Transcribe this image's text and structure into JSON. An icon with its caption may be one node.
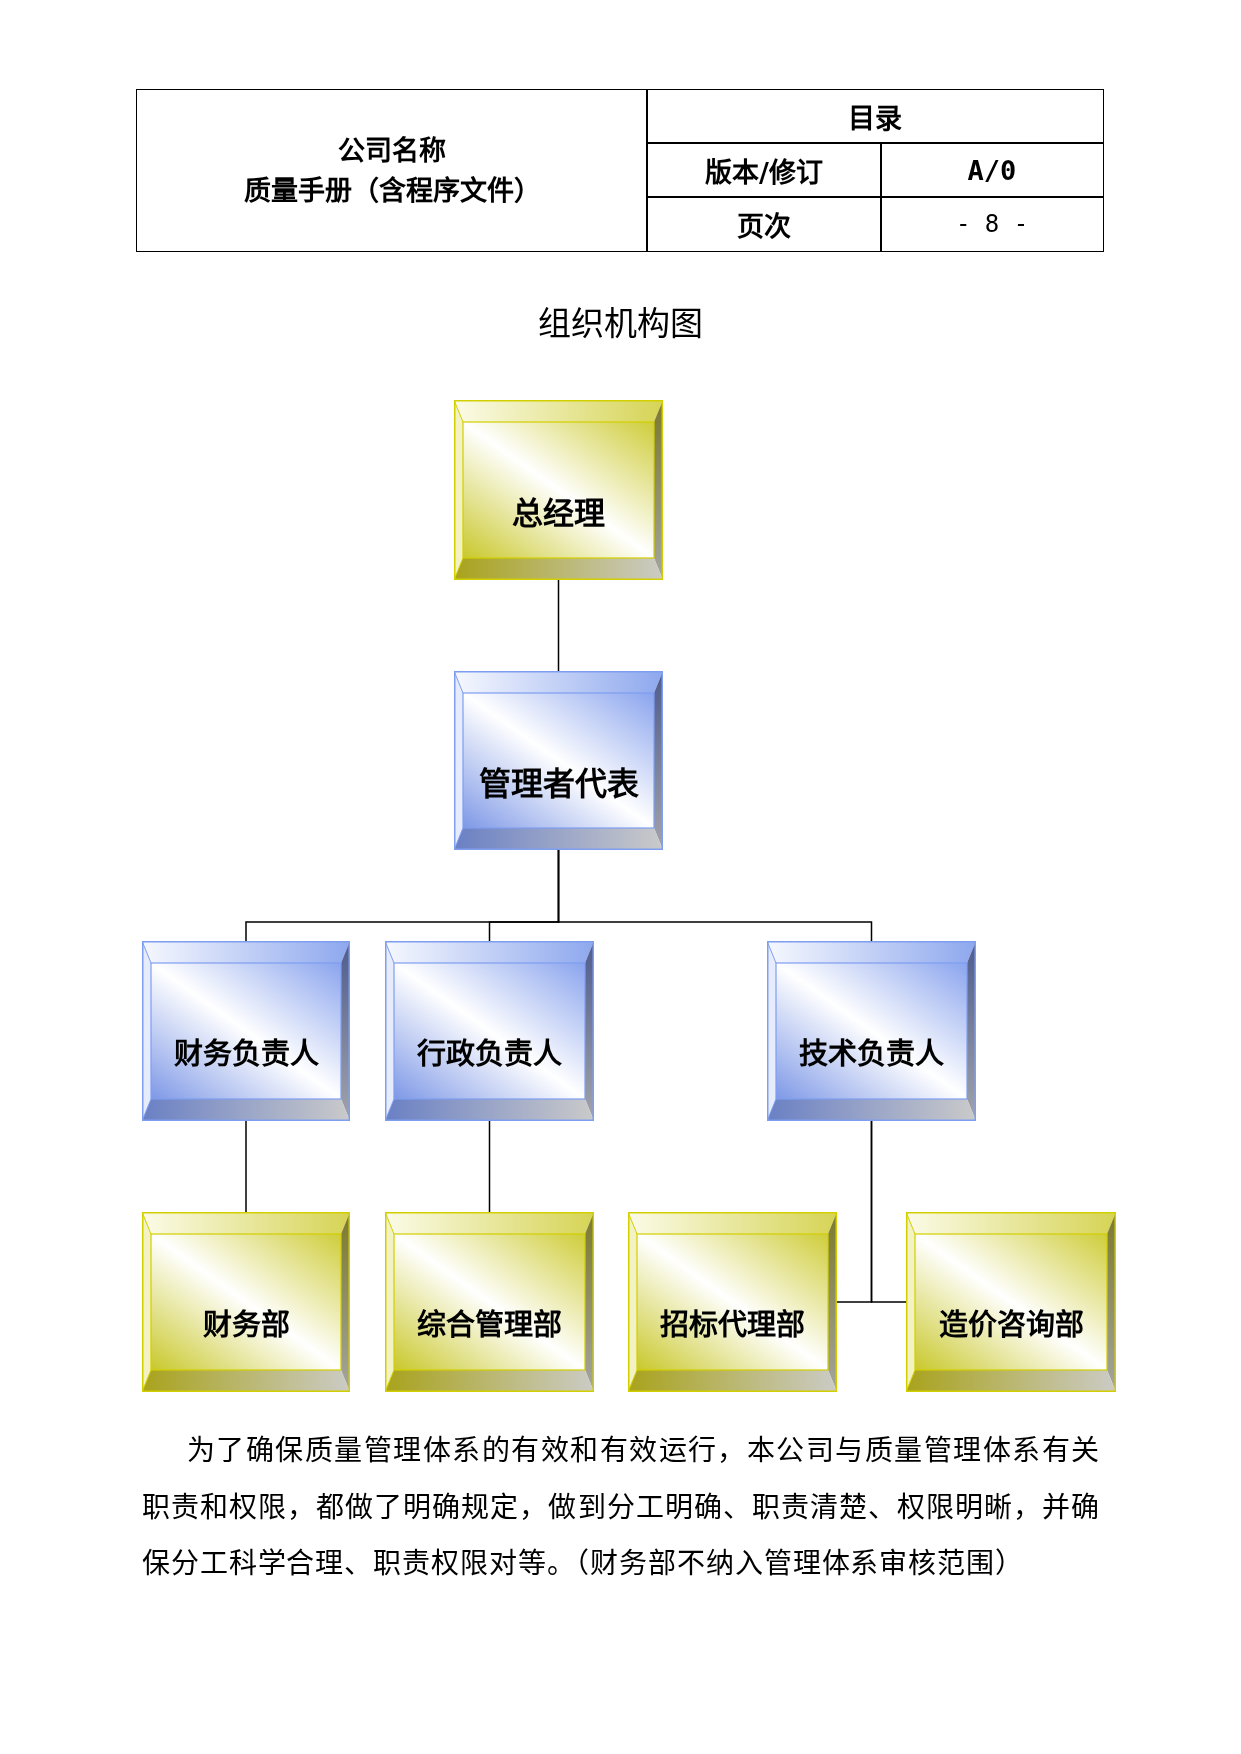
{
  "diagram": {
    "title": "组织机构图",
    "nodes": [
      {
        "text": [
          "总经理"
        ]
      },
      {
        "text": [
          "管理者代表"
        ]
      },
      {
        "text": [
          "财务负责人"
        ]
      },
      {
        "text": [
          "行政负责人"
        ]
      },
      {
        "text": [
          "技术负责人"
        ]
      },
      {
        "text": [
          "财务部"
        ]
      },
      {
        "text": [
          "综合管理部"
        ]
      },
      {
        "text": [
          "招标代理部"
        ]
      },
      {
        "text": [
          "造价咨询部"
        ]
      }
    ],
    "edges": [
      {
        "from": 0,
        "to": 1,
        "arrow": "none"
      },
      {
        "from": 1,
        "to": 2,
        "arrow": "none"
      },
      {
        "from": 1,
        "to": 3,
        "arrow": "none"
      },
      {
        "from": 1,
        "to": 4,
        "arrow": "none"
      },
      {
        "from": 2,
        "to": 5,
        "arrow": "none"
      },
      {
        "from": 3,
        "to": 6,
        "arrow": "none"
      },
      {
        "from": 4,
        "to": 7,
        "arrow": "none"
      },
      {
        "from": 4,
        "to": 8,
        "arrow": "none"
      }
    ],
    "labels": [
      "公司名称",
      "质量手册（含程序文件）",
      "目录",
      "版本/修订",
      "A/0",
      "页次",
      "- 8 -",
      "为了确保质量管理体系的有效和有效运行，本公司与质量管理体系有关职责和权限，都做了明确规定，做到分工明确、职责清楚、权限明晰，并确保分工科学合理、职责权限对等。（财务部不纳入管理体系审核范围）"
    ]
  }
}
